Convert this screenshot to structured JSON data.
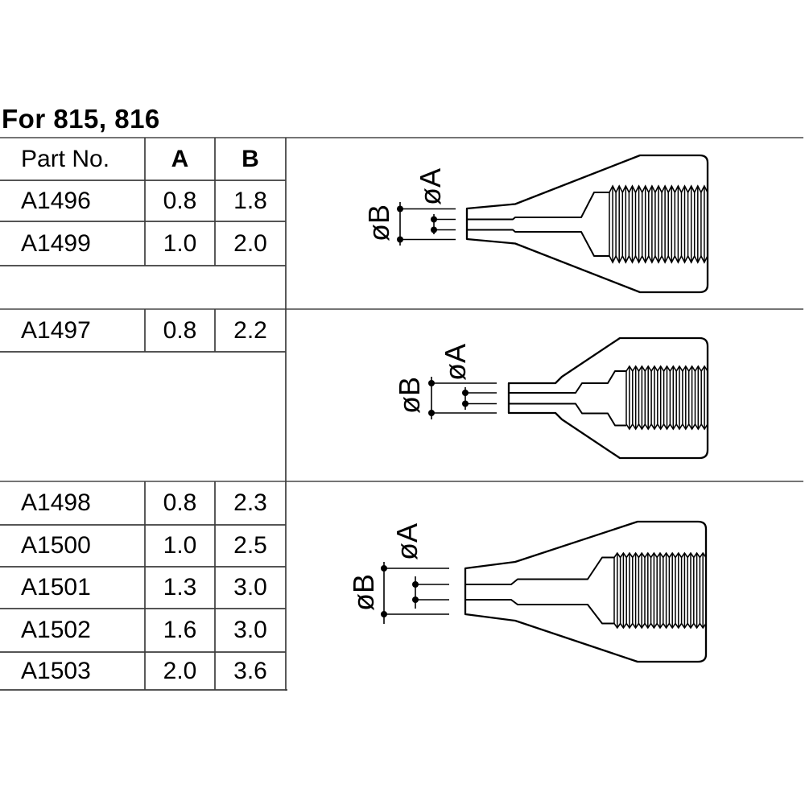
{
  "page": {
    "title": "For 815, 816"
  },
  "table": {
    "headers": {
      "part": "Part No.",
      "a": "A",
      "b": "B"
    },
    "sections": [
      {
        "rows": [
          {
            "part": "A1496",
            "a": "0.8",
            "b": "1.8"
          },
          {
            "part": "A1499",
            "a": "1.0",
            "b": "2.0"
          }
        ]
      },
      {
        "rows": [
          {
            "part": "A1497",
            "a": "0.8",
            "b": "2.2"
          }
        ]
      },
      {
        "rows": [
          {
            "part": "A1498",
            "a": "0.8",
            "b": "2.3"
          },
          {
            "part": "A1500",
            "a": "1.0",
            "b": "2.5"
          },
          {
            "part": "A1501",
            "a": "1.3",
            "b": "3.0"
          },
          {
            "part": "A1502",
            "a": "1.6",
            "b": "3.0"
          },
          {
            "part": "A1503",
            "a": "2.0",
            "b": "3.6"
          }
        ]
      }
    ]
  },
  "drawings": {
    "dia_a_label": "øA",
    "dia_b_label": "øB"
  },
  "colors": {
    "ink": "#000000",
    "rule": "#757575",
    "grid": "#3d3d3d",
    "paper": "#ffffff"
  }
}
